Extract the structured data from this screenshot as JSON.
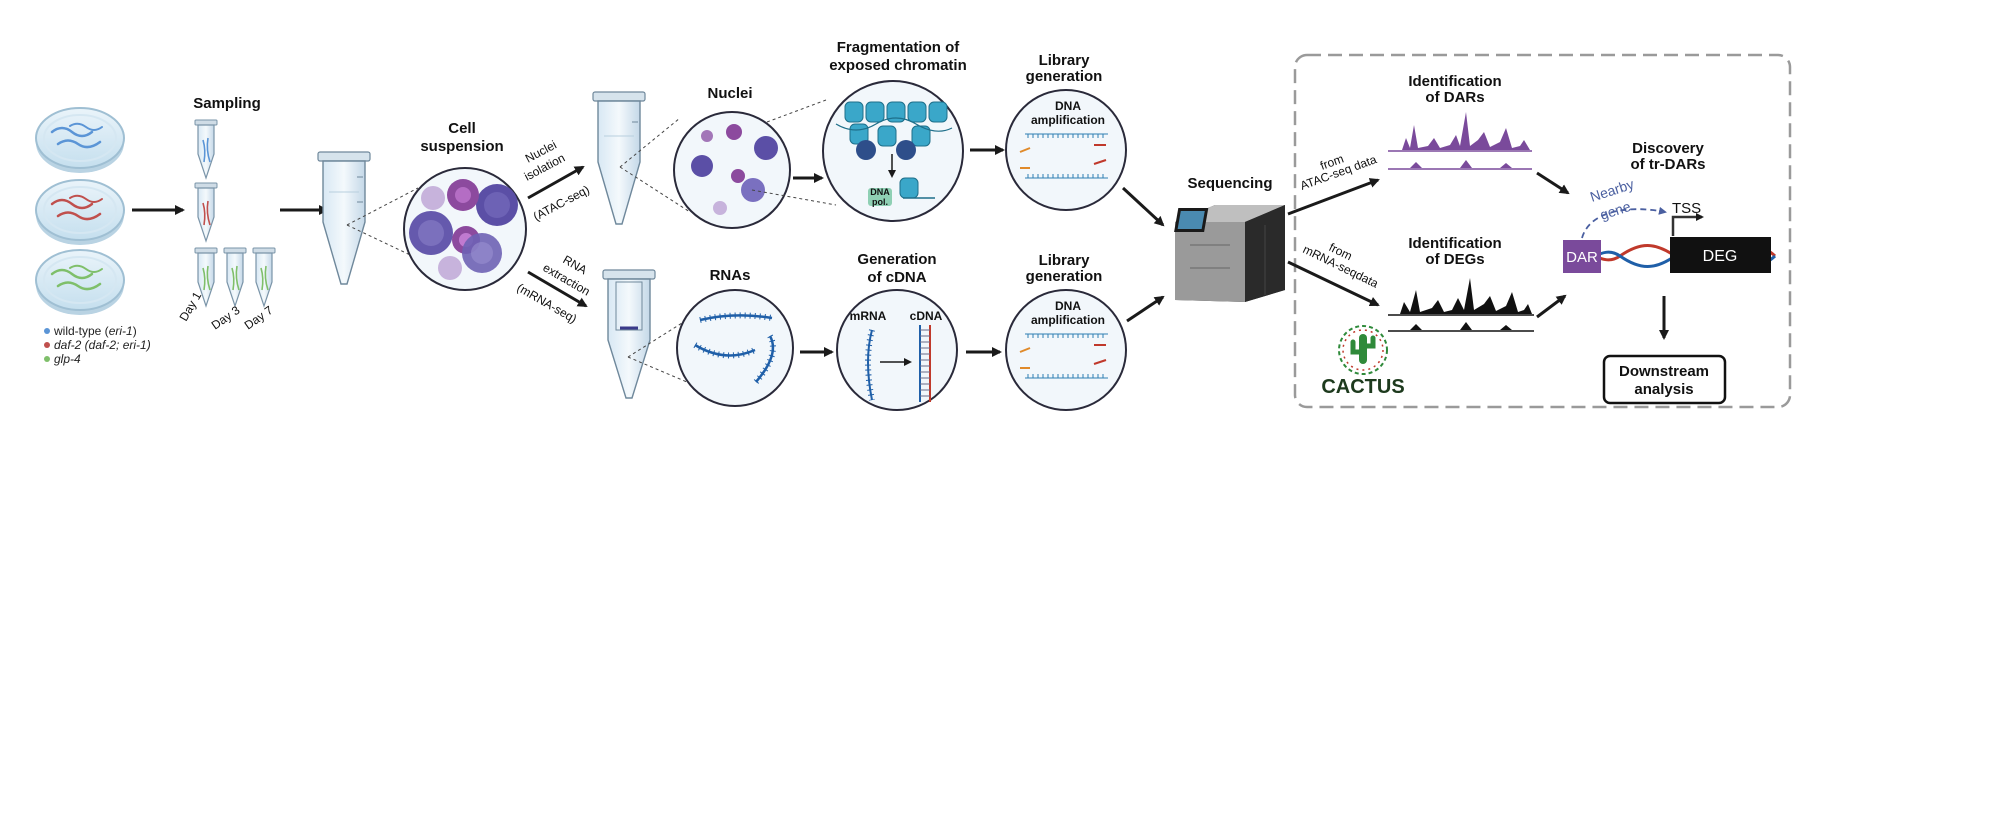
{
  "colors": {
    "arrow": "#1a1a1a",
    "worm_wildtype": "#5b95d6",
    "worm_daf2": "#c0504d",
    "worm_glp4": "#7fbf6a",
    "nucleus_dark": "#5b4fa6",
    "nucleus_purple": "#8c4a9e",
    "nucleus_light": "#c7b3dc",
    "chromatin": "#3aa7c9",
    "dna_blue": "#2f7fb3",
    "dar_purple": "#7a4a9b",
    "deg_black": "#111111",
    "helix_red": "#c0392b",
    "helix_blue": "#1f5fa8",
    "cactus_green": "#2f8a3a",
    "cactus_title": "#1d3a1d",
    "dashed_border": "#9a9a9a"
  },
  "sampling": {
    "title": "Sampling",
    "days": [
      "Day 1",
      "Day 3",
      "Day 7"
    ]
  },
  "legend": [
    {
      "prefix": "wild-type (",
      "italic": "eri-1",
      "suffix": ")",
      "color": "#5b95d6"
    },
    {
      "prefix": "",
      "italic": "daf-2 (daf-2; eri-1)",
      "suffix": "",
      "color": "#c0504d"
    },
    {
      "prefix": "",
      "italic": "glp-4",
      "suffix": "",
      "color": "#7fbf6a"
    }
  ],
  "cell_suspension": {
    "line1": "Cell",
    "line2": "suspension"
  },
  "upper_branch": {
    "line1": "Nuclei",
    "line2": "isolation",
    "line3": "(ATAC-seq)"
  },
  "lower_branch": {
    "line1": "RNA",
    "line2": "extraction",
    "line3": "(mRNA-seq)"
  },
  "nuclei": {
    "title": "Nuclei"
  },
  "rnas": {
    "title": "RNAs"
  },
  "fragmentation": {
    "line1": "Fragmentation of",
    "line2": "exposed chromatin",
    "dna_pol_1": "DNA",
    "dna_pol_2": "pol."
  },
  "cdna": {
    "line1": "Generation",
    "line2": "of cDNA",
    "mrna": "mRNA",
    "cdna": "cDNA"
  },
  "library_top": {
    "line1": "Library",
    "line2": "generation",
    "amp1": "DNA",
    "amp2": "amplification"
  },
  "library_bottom": {
    "line1": "Library",
    "line2": "generation",
    "amp1": "DNA",
    "amp2": "amplification"
  },
  "sequencing": {
    "title": "Sequencing"
  },
  "from_atac": {
    "line1": "from",
    "line2": "ATAC-seq data"
  },
  "from_mrna": {
    "line1": "from",
    "line2": "mRNA-seqdata"
  },
  "dars": {
    "line1": "Identification",
    "line2": "of DARs"
  },
  "degs": {
    "line1": "Identification",
    "line2": "of DEGs"
  },
  "tr_dars": {
    "line1": "Discovery",
    "line2": "of tr-DARs",
    "nearby1": "Nearby",
    "nearby2": "gene",
    "tss": "TSS",
    "dar": "DAR",
    "deg": "DEG"
  },
  "downstream": {
    "line1": "Downstream",
    "line2": "analysis"
  },
  "cactus": {
    "name": "CACTUS"
  }
}
